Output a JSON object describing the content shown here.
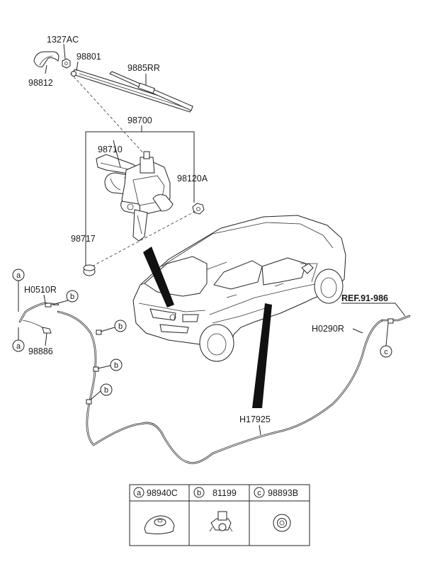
{
  "parts": {
    "p1327ac": "1327AC",
    "p98801": "98801",
    "p9885rr": "9885RR",
    "p98812": "98812",
    "p98700": "98700",
    "p98710": "98710",
    "p98120a": "98120A",
    "p98717": "98717",
    "h0510r": "H0510R",
    "p98886": "98886",
    "h0290r": "H0290R",
    "h17925": "H17925"
  },
  "reference": "REF.91-986",
  "callouts": {
    "a": "a",
    "b": "b",
    "c": "c"
  },
  "legend": [
    {
      "letter": "a",
      "part": "98940C"
    },
    {
      "letter": "b",
      "part": "81199"
    },
    {
      "letter": "c",
      "part": "98893B"
    }
  ]
}
